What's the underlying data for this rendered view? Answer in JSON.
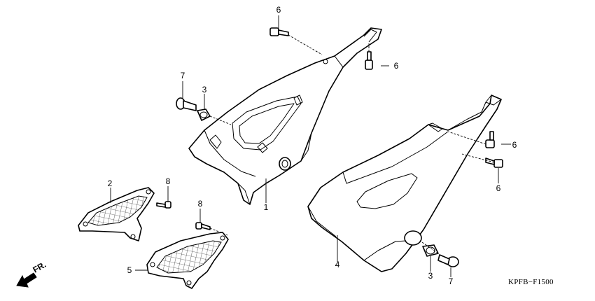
{
  "diagram": {
    "drawing_code": "KPFB−F1500",
    "direction_label": "FR.",
    "callouts": {
      "c1": "1",
      "c2": "2",
      "c3a": "3",
      "c3b": "3",
      "c4": "4",
      "c5": "5",
      "c6a": "6",
      "c6b": "6",
      "c6c": "6",
      "c6d": "6",
      "c7a": "7",
      "c7b": "7",
      "c8a": "8",
      "c8b": "8"
    }
  }
}
